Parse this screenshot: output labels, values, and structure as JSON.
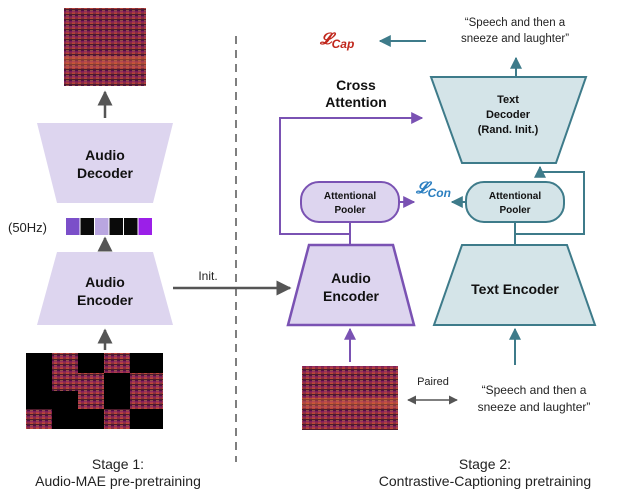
{
  "colors": {
    "purple_fill": "#ddd5ef",
    "purple_stroke": "#7a52b3",
    "teal_fill": "#d4e4e8",
    "teal_stroke": "#3e7b8a",
    "arrow_gray": "#555555",
    "loss_red": "#c0271c",
    "loss_blue": "#2c7fc0",
    "token_colors": [
      "#7b4fc9",
      "#0a0a0a",
      "#b9a6e0",
      "#0a0a0a",
      "#0a0a0a",
      "#9b1fe8"
    ]
  },
  "stage1": {
    "decoder": [
      "Audio",
      "Decoder"
    ],
    "encoder": [
      "Audio",
      "Encoder"
    ],
    "rate": "(50Hz)",
    "init": "Init.",
    "caption": [
      "Stage 1:",
      "Audio-MAE pre-pretraining"
    ]
  },
  "stage2": {
    "audio_encoder": [
      "Audio",
      "Encoder"
    ],
    "audio_pooler": [
      "Attentional",
      "Pooler"
    ],
    "text_pooler": [
      "Attentional",
      "Pooler"
    ],
    "text_encoder": "Text Encoder",
    "text_decoder": [
      "Text",
      "Decoder",
      "(Rand. Init.)"
    ],
    "cross_attention": [
      "Cross",
      "Attention"
    ],
    "loss_cap": "𝓛",
    "loss_cap_sub": "Cap",
    "loss_con": "𝓛",
    "loss_con_sub": "Con",
    "output_caption": [
      "“Speech and then a",
      "sneeze and laughter”"
    ],
    "input_caption": [
      "“Speech and then a",
      "sneeze and laughter”"
    ],
    "paired": "Paired",
    "caption": [
      "Stage 2:",
      "Contrastive-Captioning pretraining"
    ]
  }
}
